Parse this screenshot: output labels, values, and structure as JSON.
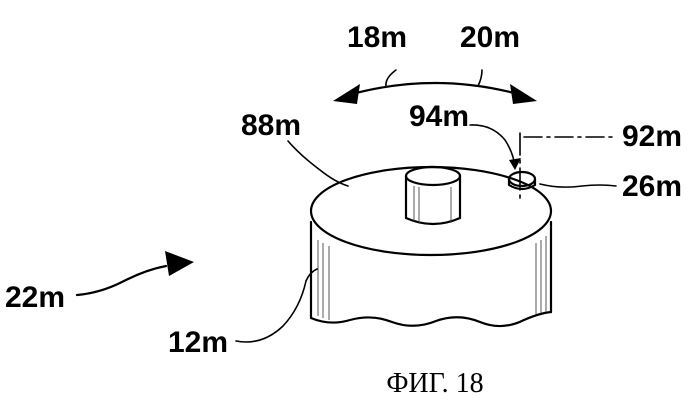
{
  "figure": {
    "caption": "ФИГ. 18",
    "labels": {
      "l18m": "18m",
      "l20m": "20m",
      "l88m": "88m",
      "l94m": "94m",
      "l92m": "92m",
      "l26m": "26m",
      "l22m": "22m",
      "l12m": "12m"
    }
  }
}
